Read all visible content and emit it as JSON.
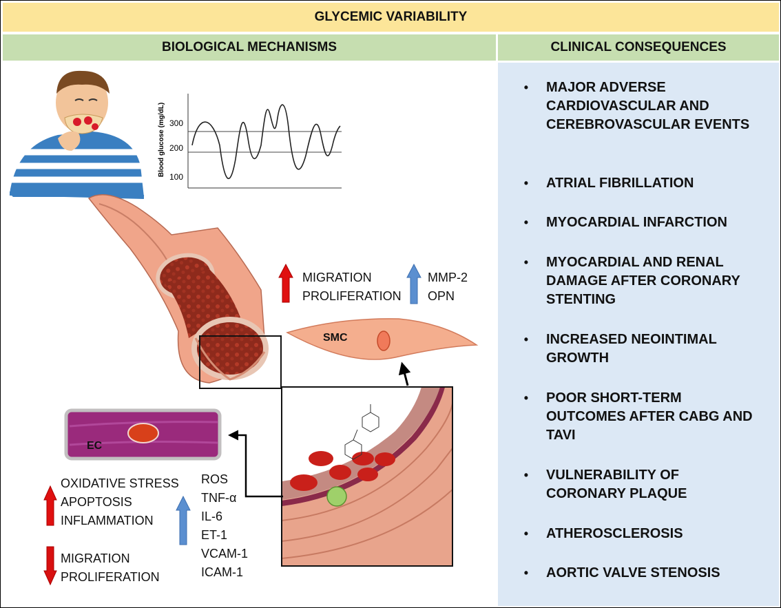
{
  "title": "GLYCEMIC VARIABILITY",
  "headers": {
    "biological": "BIOLOGICAL MECHANISMS",
    "clinical": "CLINICAL CONSEQUENCES"
  },
  "clinical_consequences": [
    "MAJOR ADVERSE CARDIOVASCULAR AND CEREBROVASCULAR EVENTS",
    "ATRIAL FIBRILLATION",
    "MYOCARDIAL INFARCTION",
    "MYOCARDIAL AND RENAL DAMAGE AFTER CORONARY STENTING",
    "INCREASED NEOINTIMAL GROWTH",
    "POOR SHORT-TERM OUTCOMES AFTER CABG AND TAVI",
    "VULNERABILITY OF CORONARY PLAQUE",
    "ATHEROSCLEROSIS",
    "AORTIC VALVE STENOSIS"
  ],
  "glucose_chart": {
    "ylabel": "Blood glucose (mg/dL)",
    "ticks": [
      "300",
      "200",
      "100"
    ]
  },
  "smc": {
    "label": "SMC",
    "up_effects": [
      "MIGRATION",
      "PROLIFERATION"
    ],
    "up_markers": [
      "MMP-2",
      "OPN"
    ]
  },
  "ec": {
    "label": "EC",
    "up_effects": [
      "OXIDATIVE STRESS",
      "APOPTOSIS",
      "INFLAMMATION"
    ],
    "down_effects": [
      "MIGRATION",
      "PROLIFERATION"
    ],
    "up_markers": [
      "ROS",
      "TNF-α",
      "IL-6",
      "ET-1",
      "VCAM-1",
      "ICAM-1"
    ]
  },
  "colors": {
    "title_bg": "#fce599",
    "header_bg": "#c6deb0",
    "clinical_bg": "#dce8f5",
    "arrow_up_red": "#e01010",
    "arrow_down_red": "#d81010",
    "arrow_blue": "#5b8fd0"
  }
}
